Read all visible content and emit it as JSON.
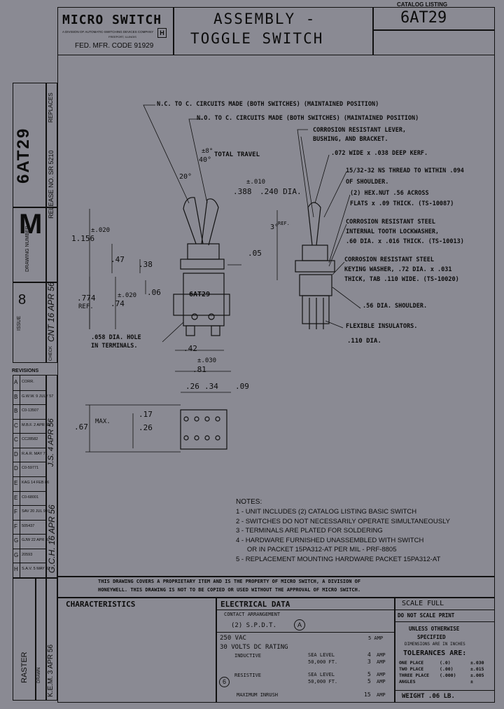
{
  "header": {
    "company": "MICRO SWITCH",
    "company_sub": "A DIVISION OF AUTOMATIC-SWITCHING DEVICES COMPANY",
    "company_loc": "FREEPORT, ILLINOIS",
    "fed_code": "FED. MFR. CODE 91929",
    "title_line1": "ASSEMBLY -",
    "title_line2": "TOGGLE SWITCH",
    "catalog_label": "CATALOG LISTING",
    "catalog_number": "6AT29"
  },
  "side": {
    "replaces_label": "REPLACES",
    "catalog_number": "6AT29",
    "release_label": "RELEASE NO. SR 5210",
    "drawing_letter": "M",
    "drawing_number_label": "DRAWING NUMBER",
    "issue_label": "ISSUE",
    "issue_number": "8",
    "check_signature": "CNT 16 APR 56",
    "check_label": "CHECK",
    "check2_signature": "J.S. 4 APR 56",
    "check2_label": "CHECK",
    "check3_signature": "G.C.H. 16 APR 56",
    "check3_label": "CHECK",
    "drawn_signature": "K.E.M. 3 APR 56",
    "drawn_label": "DRAWN",
    "raster_label": "RASTER"
  },
  "revisions": {
    "title": "REVISIONS",
    "rows": [
      {
        "mark": "A",
        "text": "CORR."
      },
      {
        "mark": "B",
        "text": "G.W.W. 9 JULY 57"
      },
      {
        "mark": "B",
        "text": "C0-13507"
      },
      {
        "mark": "C",
        "text": "M.B.F. 2 APR 59"
      },
      {
        "mark": "C",
        "text": "CC28582"
      },
      {
        "mark": "D",
        "text": "R.A.R. MAY 71"
      },
      {
        "mark": "D",
        "text": "C0-59771"
      },
      {
        "mark": "E",
        "text": "KAG 14 FEB 86"
      },
      {
        "mark": "E",
        "text": "C0-68001"
      },
      {
        "mark": "F",
        "text": "SAV 20 JUL 90"
      },
      {
        "mark": "F",
        "text": "505437"
      },
      {
        "mark": "G",
        "text": "GJW 22 APR 92"
      },
      {
        "mark": "G",
        "text": "20593"
      },
      {
        "mark": "H",
        "text": "S.A.V. 5 MAY 02"
      }
    ]
  },
  "drawing": {
    "callouts": {
      "nc": "N.C. TO C. CIRCUITS MADE (BOTH SWITCHES) (MAINTAINED POSITION)",
      "no": "N.O. TO C. CIRCUITS MADE (BOTH SWITCHES) (MAINTAINED POSITION)",
      "lever": "CORROSION RESISTANT LEVER,",
      "lever2": "BUSHING, AND BRACKET.",
      "kerf": ".072 WIDE x .038 DEEP KERF.",
      "thread1": "15/32-32 NS THREAD TO WITHIN .094",
      "thread2": "OF SHOULDER.",
      "hexnut1": "(2) HEX.NUT .56 ACROSS",
      "hexnut2": "FLATS x .09 THICK. (TS-10087)",
      "lockwasher1": "CORROSION RESISTANT STEEL",
      "lockwasher2": "INTERNAL TOOTH LOCKWASHER,",
      "lockwasher3": ".60 DIA. x .016 THICK. (TS-10013)",
      "keying1": "CORROSION RESISTANT STEEL",
      "keying2": "KEYING WASHER, .72 DIA. x .031",
      "keying3": "THICK, TAB .110 WIDE. (TS-10020)",
      "shoulder": ".56 DIA. SHOULDER.",
      "insulators": "FLEXIBLE INSULATORS.",
      "dia110": ".110 DIA.",
      "hole1": ".058 DIA. HOLE",
      "hole2": "IN TERMINALS.",
      "total_travel": "TOTAL TRAVEL",
      "body_label": "6AT29"
    },
    "dims": {
      "d8": "±8°",
      "d40": "40°",
      "d20": "20°",
      "d388": ".388",
      "d240": ".240 DIA.",
      "d010": "±.010",
      "d1156": "1.156",
      "d020": "±.020",
      "d47": ".47",
      "d38": ".38",
      "d05": ".05",
      "d06": ".06",
      "d774": ".774",
      "ref": "REF.",
      "d74": ".74",
      "d020b": "±.020",
      "d42": ".42",
      "d030": "±.030",
      "d81": ".81",
      "d26": ".26",
      "d34": ".34",
      "d09": ".09",
      "d17": ".17",
      "d26b": ".26",
      "d67": ".67",
      "max": "MAX.",
      "d3ref": "3°",
      "refsup": "REF."
    }
  },
  "notes": {
    "title": "NOTES:",
    "items": [
      "1 - UNIT INCLUDES (2) CATALOG LISTING BASIC SWITCH",
      "2 - SWITCHES DO NOT NECESSARILY OPERATE SIMULTANEOUSLY",
      "3 - TERMINALS ARE PLATED FOR SOLDERING",
      "4 - HARDWARE FURNISHED UNASSEMBLED WITH SWITCH",
      "      OR IN PACKET 15PA312-AT PER MIL - PRF-8805",
      "5 - REPLACEMENT MOUNTING HARDWARE PACKET 15PA312-AT"
    ]
  },
  "proprietary": {
    "line1": "THIS DRAWING COVERS A PROPRIETARY ITEM AND IS THE PROPERTY OF MICRO SWITCH, A DIVISION OF",
    "line2": "HONEYWELL. THIS DRAWING IS NOT TO BE COPIED OR USED WITHOUT THE APPROVAL OF MICRO SWITCH."
  },
  "characteristics": {
    "title": "CHARACTERISTICS"
  },
  "electrical": {
    "title": "ELECTRICAL DATA",
    "contact_label": "CONTACT ARRANGEMENT",
    "contact_value": "(2) S.P.D.T.",
    "rev_a": "A",
    "rating1": "250 VAC",
    "rating1_amp": "5 AMP",
    "rating2": "30 VOLTS DC RATING",
    "inductive": "INDUCTIVE",
    "resistive": "RESISTIVE",
    "sea": "SEA LEVEL",
    "alt": "50,000 FT.",
    "ind_sea": "4",
    "ind_alt": "3",
    "res_sea": "5",
    "res_alt": "5",
    "amp": "AMP",
    "rev_6": "6",
    "inrush": "MAXIMUM INRUSH",
    "inrush_val": "15",
    "inrush_amp": "AMP"
  },
  "tolerances": {
    "scale": "SCALE FULL",
    "no_scale": "DO NOT SCALE PRINT",
    "unless1": "UNLESS OTHERWISE",
    "unless2": "SPECIFIED",
    "dims": "DIMENSIONS ARE IN INCHES",
    "title": "TOLERANCES ARE:",
    "rows": [
      {
        "label": "ONE PLACE",
        "ex": "(.0)",
        "tol": "±.030"
      },
      {
        "label": "TWO PLACE",
        "ex": "(.00)",
        "tol": "±.015"
      },
      {
        "label": "THREE PLACE",
        "ex": "(.000)",
        "tol": "±.005"
      },
      {
        "label": "ANGLES",
        "ex": "",
        "tol": "±"
      }
    ],
    "weight": "WEIGHT .06 LB."
  }
}
